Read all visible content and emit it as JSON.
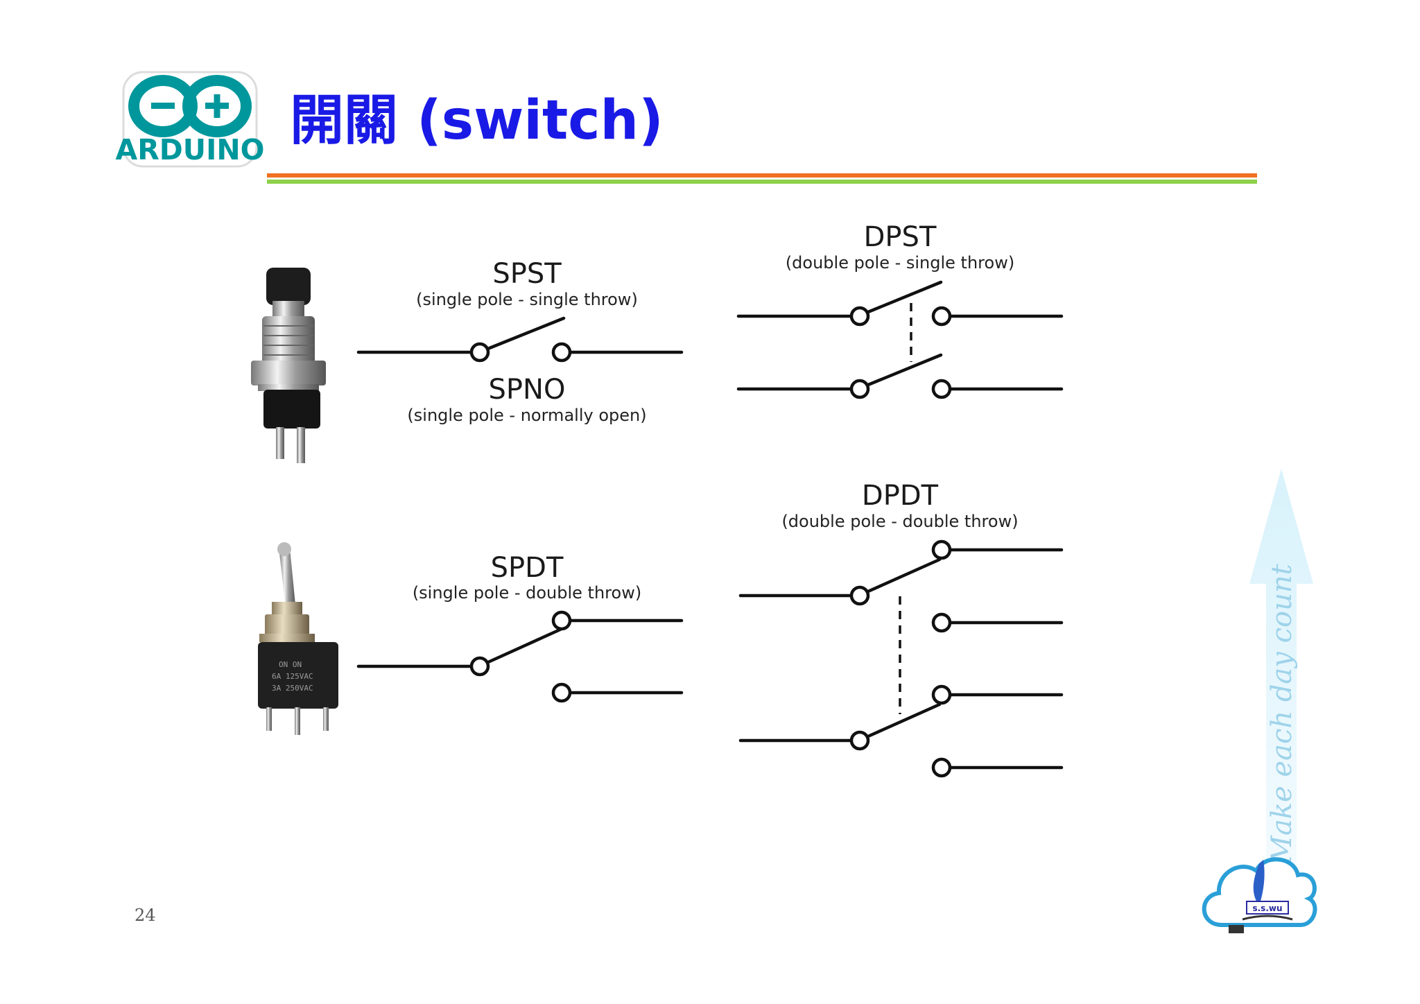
{
  "header": {
    "logo_text": "ARDUINO",
    "title": "開關 (switch)",
    "colors": {
      "title": "#1a1ae6",
      "rule_orange": "#f07020",
      "rule_green": "#8ed04a",
      "logo": "#00979c"
    }
  },
  "switches": {
    "spst": {
      "title": "SPST",
      "subtitle": "(single pole - single throw)"
    },
    "spno": {
      "title": "SPNO",
      "subtitle": "(single pole - normally open)"
    },
    "spdt": {
      "title": "SPDT",
      "subtitle": "(single pole - double throw)"
    },
    "dpst": {
      "title": "DPST",
      "subtitle": "(double pole - single throw)"
    },
    "dpdt": {
      "title": "DPDT",
      "subtitle": "(double pole - double throw)"
    }
  },
  "toggle_label": {
    "line1": "ON    ON",
    "line2": "6A 125VAC",
    "line3": "3A 250VAC"
  },
  "footer": {
    "page_number": "24",
    "motto": "Make each day count",
    "badge_text": "s.s.wu"
  },
  "icons": [
    "arduino-logo-icon",
    "push-button-photo",
    "toggle-switch-photo",
    "ssw-cloud-logo-icon",
    "up-arrow-decoration"
  ]
}
